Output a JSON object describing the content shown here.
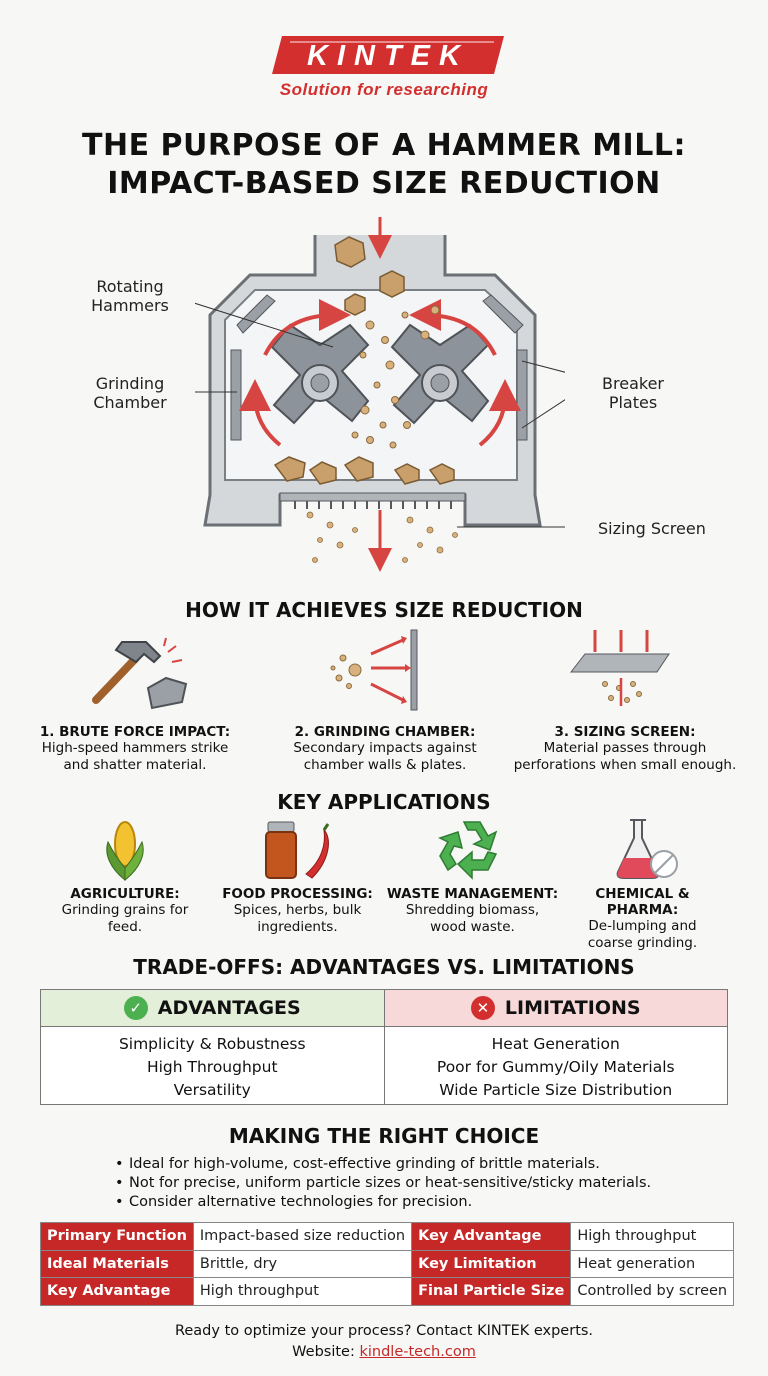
{
  "brand": {
    "logo_text": "KINTEK",
    "tagline": "Solution for researching"
  },
  "title": {
    "line1": "THE PURPOSE OF A HAMMER MILL:",
    "line2": "IMPACT-BASED SIZE REDUCTION"
  },
  "diagram": {
    "labels": {
      "rotating_hammers": "Rotating\nHammers",
      "grinding_chamber": "Grinding\nChamber",
      "breaker_plates": "Breaker\nPlates",
      "sizing_screen": "Sizing Screen"
    }
  },
  "how": {
    "heading": "HOW IT ACHIEVES SIZE REDUCTION",
    "steps": [
      {
        "title": "1. BRUTE FORCE IMPACT:",
        "desc1": "High-speed hammers strike",
        "desc2": "and shatter material.",
        "icon": "hammer-icon"
      },
      {
        "title": "2. GRINDING CHAMBER:",
        "desc1": "Secondary impacts against",
        "desc2": "chamber walls & plates.",
        "icon": "impact-icon"
      },
      {
        "title": "3. SIZING SCREEN:",
        "desc1": "Material passes through",
        "desc2": "perforations when small enough.",
        "icon": "screen-icon"
      }
    ]
  },
  "applications": {
    "heading": "KEY APPLICATIONS",
    "items": [
      {
        "title": "AGRICULTURE:",
        "desc1": "Grinding grains for",
        "desc2": "feed.",
        "icon": "corn-icon"
      },
      {
        "title": "FOOD PROCESSING:",
        "desc1": "Spices, herbs, bulk",
        "desc2": "ingredients.",
        "icon": "spice-icon"
      },
      {
        "title": "WASTE MANAGEMENT:",
        "desc1": "Shredding biomass,",
        "desc2": "wood waste.",
        "icon": "recycle-icon"
      },
      {
        "title": "CHEMICAL & PHARMA:",
        "desc1": "De-lumping and",
        "desc2": "coarse grinding.",
        "icon": "flask-icon"
      }
    ]
  },
  "tradeoffs": {
    "heading": "TRADE-OFFS: ADVANTAGES VS. LIMITATIONS",
    "advantages": {
      "label": "ADVANTAGES",
      "items": [
        "Simplicity & Robustness",
        "High Throughput",
        "Versatility"
      ]
    },
    "limitations": {
      "label": "LIMITATIONS",
      "items": [
        "Heat Generation",
        "Poor for Gummy/Oily Materials",
        "Wide Particle Size Distribution"
      ]
    },
    "colors": {
      "advantages": "#4caf50",
      "limitations": "#d32f2f"
    }
  },
  "choice": {
    "heading": "MAKING THE RIGHT CHOICE",
    "bullets": [
      "Ideal for high-volume, cost-effective grinding of brittle materials.",
      "Not for precise, uniform particle sizes or heat-sensitive/sticky materials.",
      "Consider alternative technologies for precision."
    ]
  },
  "summary": {
    "rows": [
      [
        {
          "k": "Primary Function",
          "v": "Impact-based size reduction"
        },
        {
          "k": "Key Advantage",
          "v": "High throughput"
        }
      ],
      [
        {
          "k": "Ideal Materials",
          "v": "Brittle, dry"
        },
        {
          "k": "Key Limitation",
          "v": "Heat generation"
        }
      ],
      [
        {
          "k": "Key Advantage",
          "v": "High throughput"
        },
        {
          "k": "Final Particle Size",
          "v": "Controlled by screen"
        }
      ]
    ]
  },
  "footer": {
    "cta": "Ready to optimize your process? Contact KINTEK experts.",
    "website_label": "Website:",
    "website": "kindle-tech.com"
  },
  "colors": {
    "brand_red": "#d32f2f",
    "steel": "#9aa0a6"
  }
}
